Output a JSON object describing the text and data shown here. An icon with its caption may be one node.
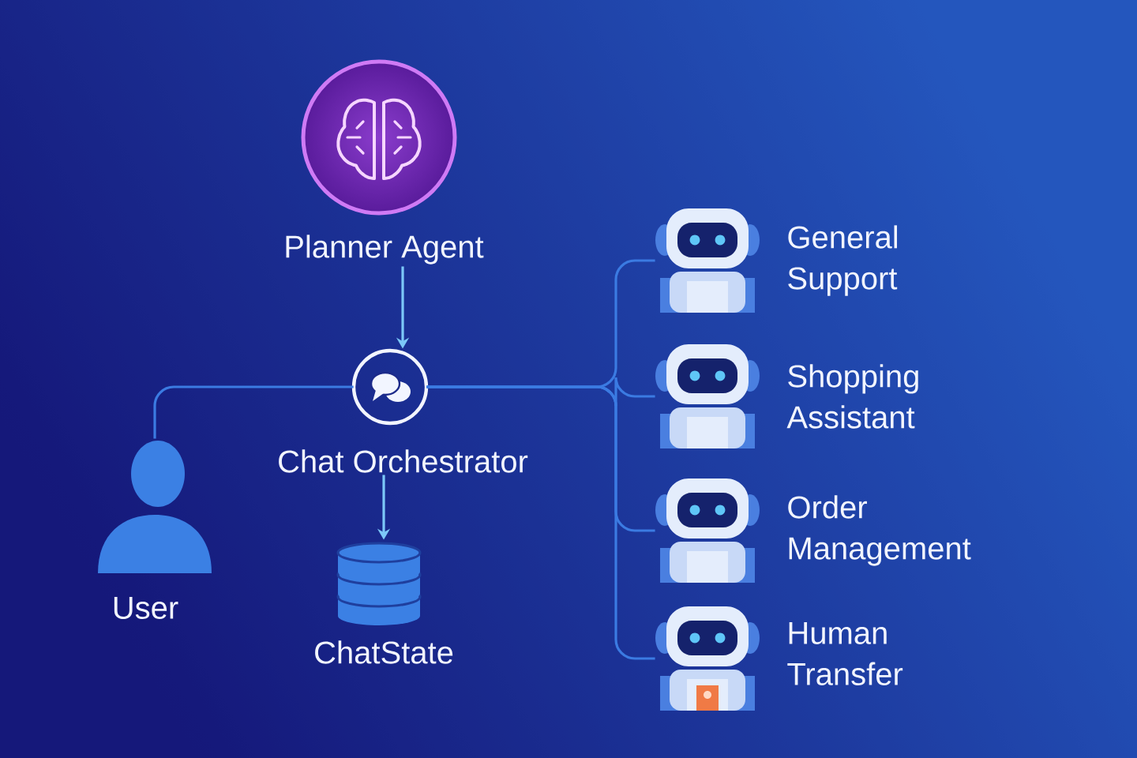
{
  "diagram": {
    "nodes": [
      {
        "text": [
          "Planner Agent"
        ]
      },
      {
        "text": [
          "Chat Orchestrator"
        ]
      },
      {
        "text": [
          "User"
        ]
      },
      {
        "text": [
          "ChatState"
        ]
      },
      {
        "text": [
          "General Support"
        ]
      },
      {
        "text": [
          "Shopping Assistant"
        ]
      },
      {
        "text": [
          "Order Management"
        ]
      },
      {
        "text": [
          "Human Transfer"
        ]
      }
    ],
    "edges": [
      {
        "from": 0,
        "to": 1,
        "arrow": "to",
        "color": "#7cc8f8"
      },
      {
        "from": 1,
        "to": 3,
        "arrow": "to",
        "color": "#7cc8f8"
      },
      {
        "from": 2,
        "to": 1,
        "arrow": "none"
      },
      {
        "from": 1,
        "to": 4,
        "arrow": "none"
      },
      {
        "from": 1,
        "to": 5,
        "arrow": "none"
      },
      {
        "from": 1,
        "to": 6,
        "arrow": "none"
      },
      {
        "from": 1,
        "to": 7,
        "arrow": "none"
      }
    ]
  }
}
